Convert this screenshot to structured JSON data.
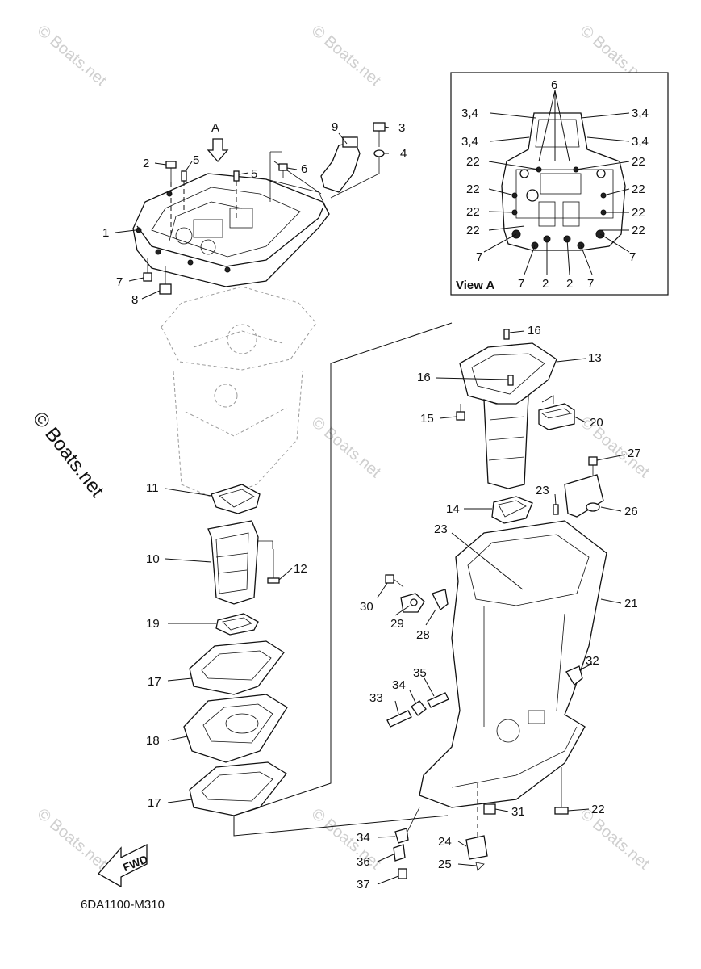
{
  "watermark_text": "© Boats.net",
  "side_watermark_text": "© Boats.net",
  "view_a": {
    "title": "View A",
    "labels": [
      "6",
      "3,4",
      "3,4",
      "3,4",
      "3,4",
      "22",
      "22",
      "22",
      "22",
      "22",
      "22",
      "22",
      "22",
      "7",
      "7",
      "7",
      "2",
      "2",
      "7"
    ]
  },
  "arrow_label": "A",
  "fwd_label": "FWD",
  "diagram_code": "6DA1100-M310",
  "callouts": {
    "c1": "1",
    "c2": "2",
    "c3": "3",
    "c4": "4",
    "c5a": "5",
    "c5b": "5",
    "c6": "6",
    "c7": "7",
    "c8": "8",
    "c9": "9",
    "c10": "10",
    "c11": "11",
    "c12": "12",
    "c13": "13",
    "c14": "14",
    "c15": "15",
    "c16a": "16",
    "c16b": "16",
    "c17a": "17",
    "c17b": "17",
    "c18": "18",
    "c19": "19",
    "c20": "20",
    "c21": "21",
    "c22": "22",
    "c23a": "23",
    "c23b": "23",
    "c24": "24",
    "c25": "25",
    "c26": "26",
    "c27": "27",
    "c28": "28",
    "c29": "29",
    "c30": "30",
    "c31": "31",
    "c32": "32",
    "c33": "33",
    "c34a": "34",
    "c34b": "34",
    "c35": "35",
    "c36": "36",
    "c37": "37"
  }
}
